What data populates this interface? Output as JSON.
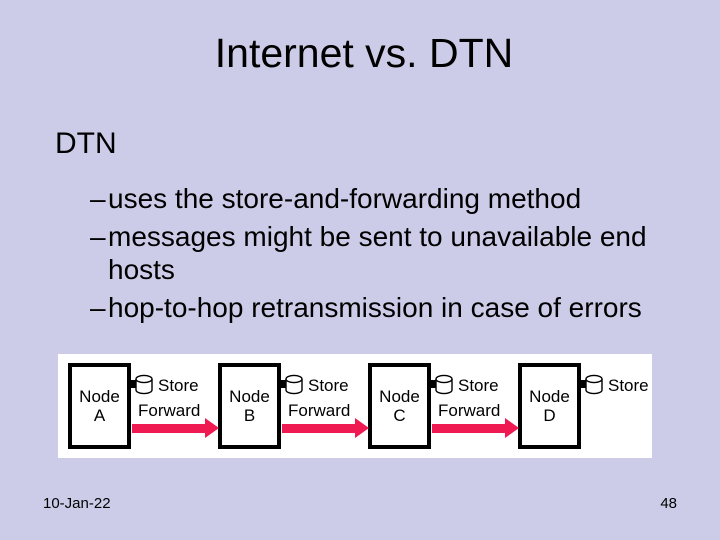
{
  "slide": {
    "title": "Internet vs. DTN",
    "heading": "DTN",
    "bullet_char": "–",
    "bullets": [
      "uses the store-and-forwarding method",
      "messages might be sent to unavailable end hosts",
      "hop-to-hop retransmission in case of errors"
    ],
    "footer": {
      "date": "10-Jan-22",
      "page_number": "48"
    }
  },
  "diagram": {
    "node_word": "Node",
    "nodes": [
      {
        "letter": "A"
      },
      {
        "letter": "B"
      },
      {
        "letter": "C"
      },
      {
        "letter": "D"
      }
    ],
    "store_label": "Store",
    "forward_label": "Forward"
  },
  "colors": {
    "background": "#CCCCE8",
    "text": "#000000",
    "panel": "#FFFFFF",
    "arrow": "#F01A52"
  }
}
